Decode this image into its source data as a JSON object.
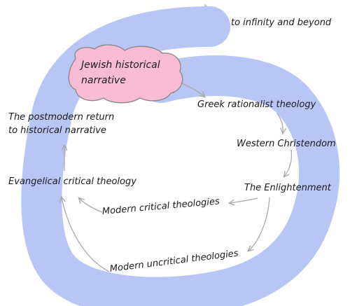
{
  "diagram": {
    "colors": {
      "band": "#b8c6f5",
      "band_edge": "#aebdf2",
      "cloud_fill": "#f8bcd4",
      "cloud_stroke": "#8a8a8a",
      "arrow": "#a9a9a9",
      "text": "#1a1a1a"
    },
    "start_node": "Jewish historical\nnarrative",
    "end_label": "to infinity and beyond",
    "nodes": {
      "greek": "Greek rationalist theology",
      "western": "Western Christendom",
      "enlightenment": "The Enlightenment",
      "modern_critical": "Modern critical theologies",
      "modern_uncritical": "Modern uncritical theologies",
      "evangelical": "Evangelical critical theology",
      "postmodern": "The postmodern return\nto historical narrative"
    },
    "edges": [
      [
        "start_node",
        "greek"
      ],
      [
        "greek",
        "western"
      ],
      [
        "western",
        "enlightenment"
      ],
      [
        "enlightenment",
        "modern_critical"
      ],
      [
        "enlightenment",
        "modern_uncritical"
      ],
      [
        "modern_uncritical",
        "evangelical"
      ],
      [
        "evangelical",
        "postmodern"
      ],
      [
        "postmodern",
        "end_label"
      ]
    ]
  }
}
